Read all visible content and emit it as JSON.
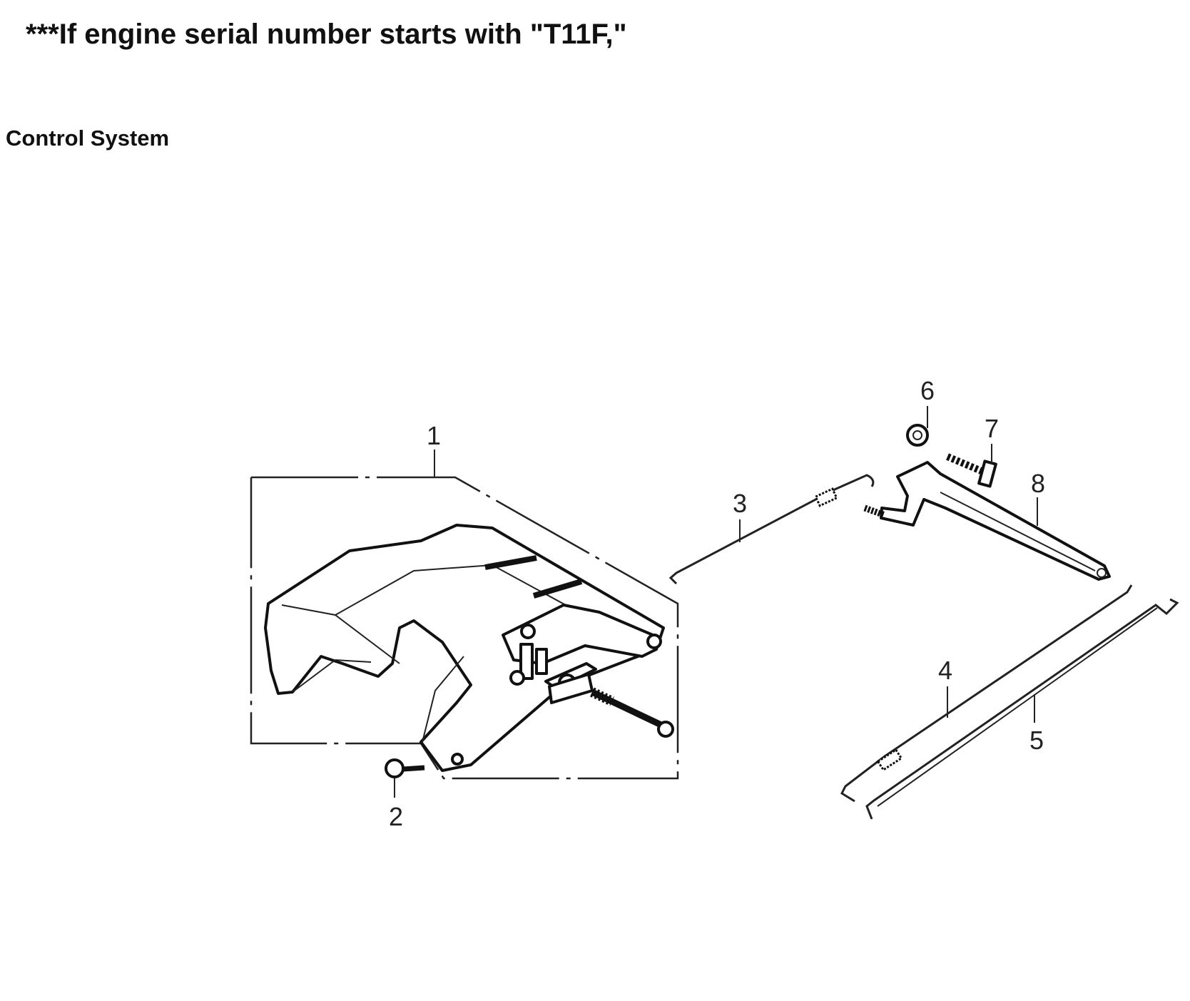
{
  "header": {
    "notice": "***If engine serial number starts with \"T11F,\"",
    "section_title": "Control System"
  },
  "diagram": {
    "callouts": [
      {
        "id": "1",
        "label": "1"
      },
      {
        "id": "2",
        "label": "2"
      },
      {
        "id": "3",
        "label": "3"
      },
      {
        "id": "4",
        "label": "4"
      },
      {
        "id": "5",
        "label": "5"
      },
      {
        "id": "6",
        "label": "6"
      },
      {
        "id": "7",
        "label": "7"
      },
      {
        "id": "8",
        "label": "8"
      }
    ]
  }
}
